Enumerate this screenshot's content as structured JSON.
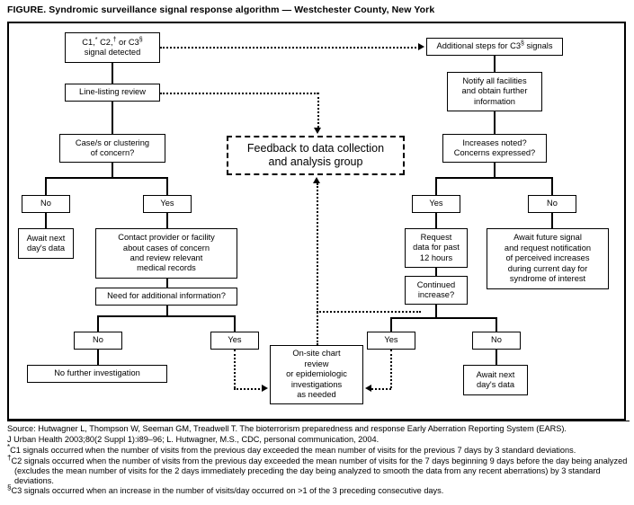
{
  "figure": {
    "caption": "FIGURE.  Syndromic surveillance signal response algorithm — Westchester County, New York"
  },
  "nodes": {
    "signal_detected_l1": "C1,* C2,† or C3§",
    "signal_detected_l2": "signal detected",
    "line_listing_review": "Line-listing review",
    "case_clustering_l1": "Case/s or clustering",
    "case_clustering_l2": "of concern?",
    "case_no": "No",
    "case_yes": "Yes",
    "await_next_days_data_l1": "Await next",
    "await_next_days_data_l2": "day's data",
    "contact_provider_l1": "Contact provider or facility",
    "contact_provider_l2": "about cases of concern",
    "contact_provider_l3": "and review relevant",
    "contact_provider_l4": "medical records",
    "need_additional_info": "Need for additional information?",
    "need_no": "No",
    "need_yes": "Yes",
    "no_further_investigation": "No further investigation",
    "onsite_chart_l1": "On-site chart",
    "onsite_chart_l2": "review",
    "onsite_chart_l3": "or epidemiologic",
    "onsite_chart_l4": "investigations",
    "onsite_chart_l5": "as needed",
    "feedback_l1": "Feedback to data collection",
    "feedback_l2": "and analysis group",
    "additional_steps": "Additional steps for C3§ signals",
    "notify_facilities_l1": "Notify all facilities",
    "notify_facilities_l2": "and obtain further",
    "notify_facilities_l3": "information",
    "increases_noted_l1": "Increases noted?",
    "increases_noted_l2": "Concerns expressed?",
    "increases_yes": "Yes",
    "increases_no": "No",
    "request_data_l1": "Request",
    "request_data_l2": "data for past",
    "request_data_l3": "12 hours",
    "await_future_l1": "Await future signal",
    "await_future_l2": "and request notification",
    "await_future_l3": "of perceived increases",
    "await_future_l4": "during current day for",
    "await_future_l5": "syndrome of interest",
    "continued_increase_l1": "Continued",
    "continued_increase_l2": "increase?",
    "continued_yes": "Yes",
    "continued_no": "No",
    "await_next_days_data2_l1": "Await next",
    "await_next_days_data2_l2": "day's data"
  },
  "footnotes": {
    "source_line1": "Source: Hutwagner L, Thompson W, Seeman GM, Treadwell T. The bioterrorism preparedness and response Early Aberration Reporting System (EARS).",
    "source_line2": "J Urban Health 2003;80(2 Suppl 1):i89–96; L. Hutwagner, M.S., CDC, personal communication, 2004.",
    "fn_star_marker": "*",
    "fn_star": "C1 signals occurred when the number of visits from the previous day exceeded the mean number of visits for the previous 7 days by 3 standard deviations.",
    "fn_dagger_marker": "†",
    "fn_dagger": "C2 signals occurred when the number of visits from the previous day exceeded the mean number of visits for the 7 days beginning 9 days before the day being analyzed (excludes the mean number of visits for the 2 days immediately preceding the day being analyzed to smooth the data from any recent aberrations) by 3 standard deviations.",
    "fn_section_marker": "§",
    "fn_section": "C3 signals occurred when an increase in the number of visits/day occurred on >1 of the 3 preceding consecutive days."
  },
  "colors": {
    "ink": "#000000",
    "paper": "#ffffff"
  }
}
